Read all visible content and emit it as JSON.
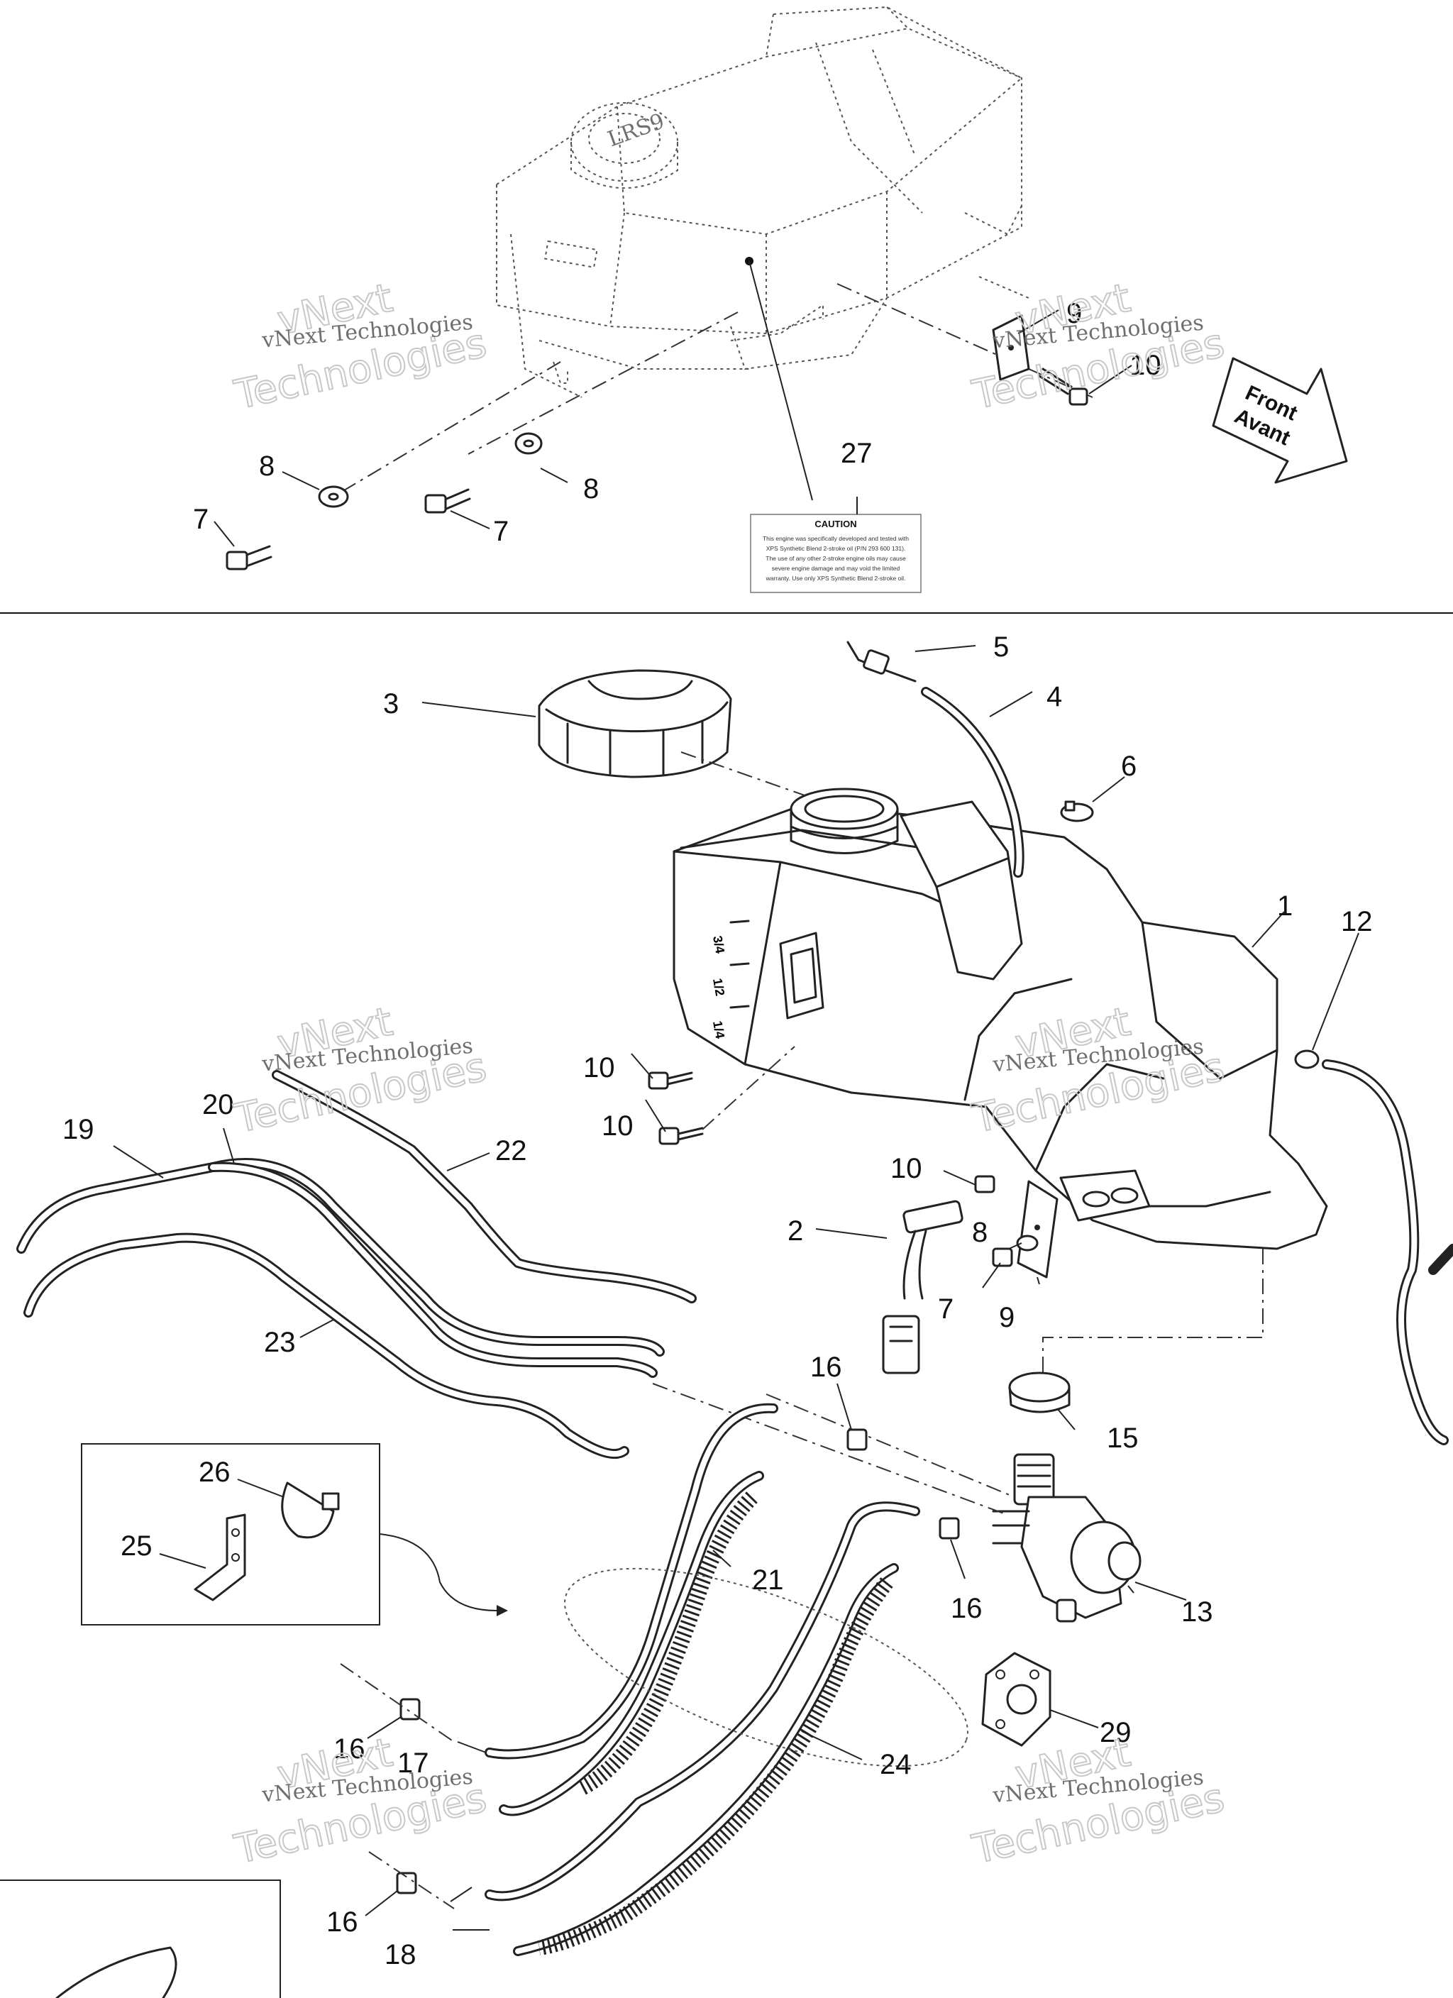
{
  "watermark": {
    "line1": "vNext Technologies",
    "line2a": "vNext",
    "line2b": "Technologies"
  },
  "front_arrow": {
    "line1": "Front",
    "line2": "Avant"
  },
  "caution_label": {
    "title": "CAUTION",
    "lines": [
      "This engine was specifically developed and tested with",
      "XPS Synthetic Blend 2-stroke oil (P/N 293 600 131).",
      "The use of any other 2-stroke engine oils may cause",
      "severe engine damage and may void the limited",
      "warranty. Use only XPS Synthetic Blend 2-stroke oil."
    ]
  },
  "callouts": [
    "1",
    "2",
    "3",
    "4",
    "5",
    "6",
    "7",
    "7",
    "7",
    "8",
    "8",
    "8",
    "9",
    "9",
    "10",
    "10",
    "10",
    "10",
    "12",
    "13",
    "15",
    "16",
    "16",
    "16",
    "16",
    "17",
    "18",
    "19",
    "20",
    "21",
    "22",
    "23",
    "24",
    "25",
    "26",
    "27",
    "29"
  ]
}
